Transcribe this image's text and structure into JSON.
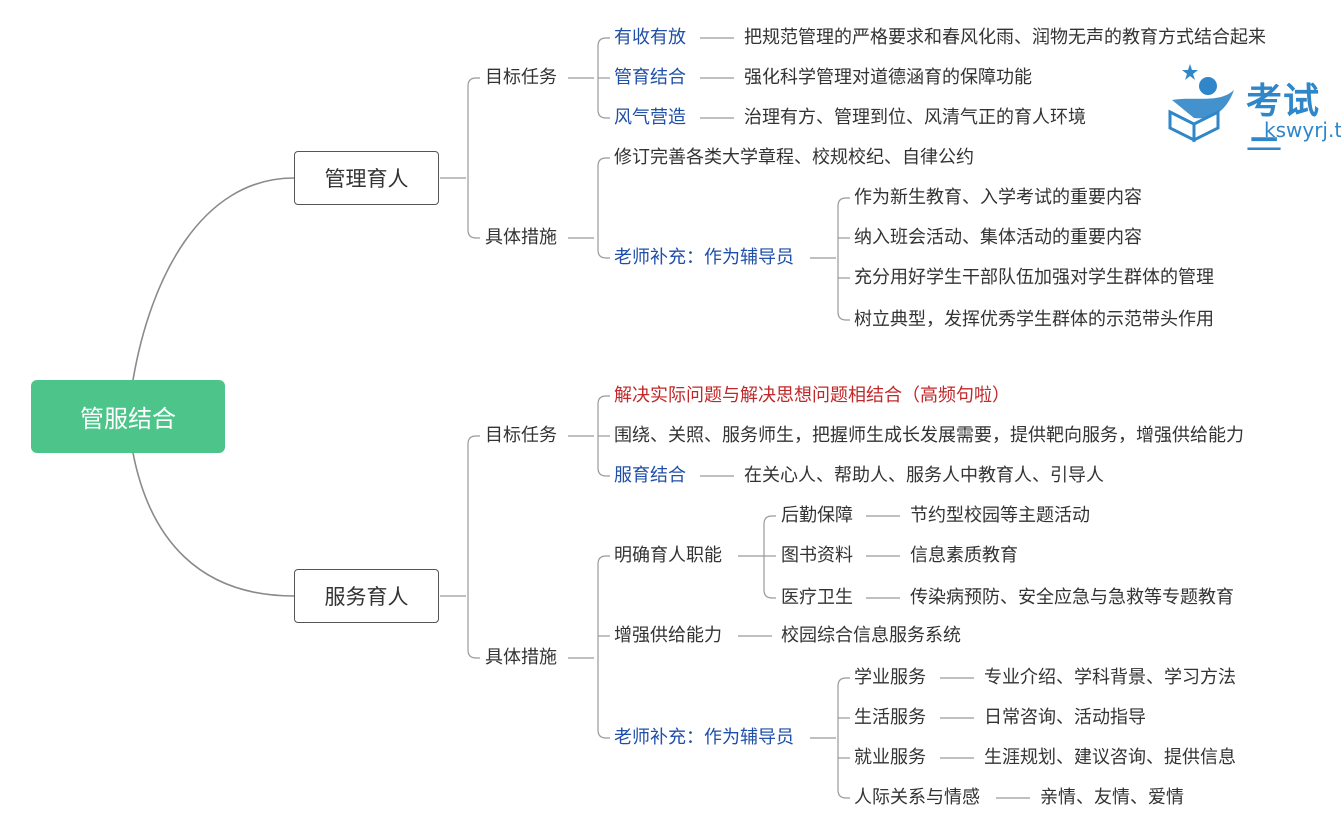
{
  "root": "管服结合",
  "branches": {
    "management": {
      "label": "管理育人",
      "goals": {
        "label": "目标任务",
        "items": [
          {
            "key": "有收有放",
            "value": "把规范管理的严格要求和春风化雨、润物无声的教育方式结合起来"
          },
          {
            "key": "管育结合",
            "value": "强化科学管理对道德涵育的保障功能"
          },
          {
            "key": "风气营造",
            "value": "治理有方、管理到位、风清气正的育人环境"
          }
        ]
      },
      "measures": {
        "label": "具体措施",
        "item1": "修订完善各类大学章程、校规校纪、自律公约",
        "teacher": {
          "label": "老师补充：作为辅导员",
          "items": [
            "作为新生教育、入学考试的重要内容",
            "纳入班会活动、集体活动的重要内容",
            "充分用好学生干部队伍加强对学生群体的管理",
            "树立典型，发挥优秀学生群体的示范带头作用"
          ]
        }
      }
    },
    "service": {
      "label": "服务育人",
      "goals": {
        "label": "目标任务",
        "highlight": "解决实际问题与解决思想问题相结合（高频句啦）",
        "item2": "围绕、关照、服务师生，把握师生成长发展需要，提供靶向服务，增强供给能力",
        "item3": {
          "key": "服育结合",
          "value": "在关心人、帮助人、服务人中教育人、引导人"
        }
      },
      "measures": {
        "label": "具体措施",
        "duty": {
          "label": "明确育人职能",
          "items": [
            {
              "key": "后勤保障",
              "value": "节约型校园等主题活动"
            },
            {
              "key": "图书资料",
              "value": "信息素质教育"
            },
            {
              "key": "医疗卫生",
              "value": "传染病预防、安全应急与急救等专题教育"
            }
          ]
        },
        "supply": {
          "label": "增强供给能力",
          "value": "校园综合信息服务系统"
        },
        "teacher": {
          "label": "老师补充：作为辅导员",
          "items": [
            {
              "key": "学业服务",
              "value": "专业介绍、学科背景、学习方法"
            },
            {
              "key": "生活服务",
              "value": "日常咨询、活动指导"
            },
            {
              "key": "就业服务",
              "value": "生涯规划、建议咨询、提供信息"
            },
            {
              "key": "人际关系与情感",
              "value": "亲情、友情、爱情"
            }
          ]
        }
      }
    }
  },
  "watermark": {
    "brand": "考试云",
    "domain": "kswyrj.t",
    "icon": "book-person-logo-icon"
  },
  "colors": {
    "root": "#4dc48a",
    "key_text": "#1f4fa8",
    "highlight_text": "#c0282a",
    "line": "#8a8a8a"
  }
}
